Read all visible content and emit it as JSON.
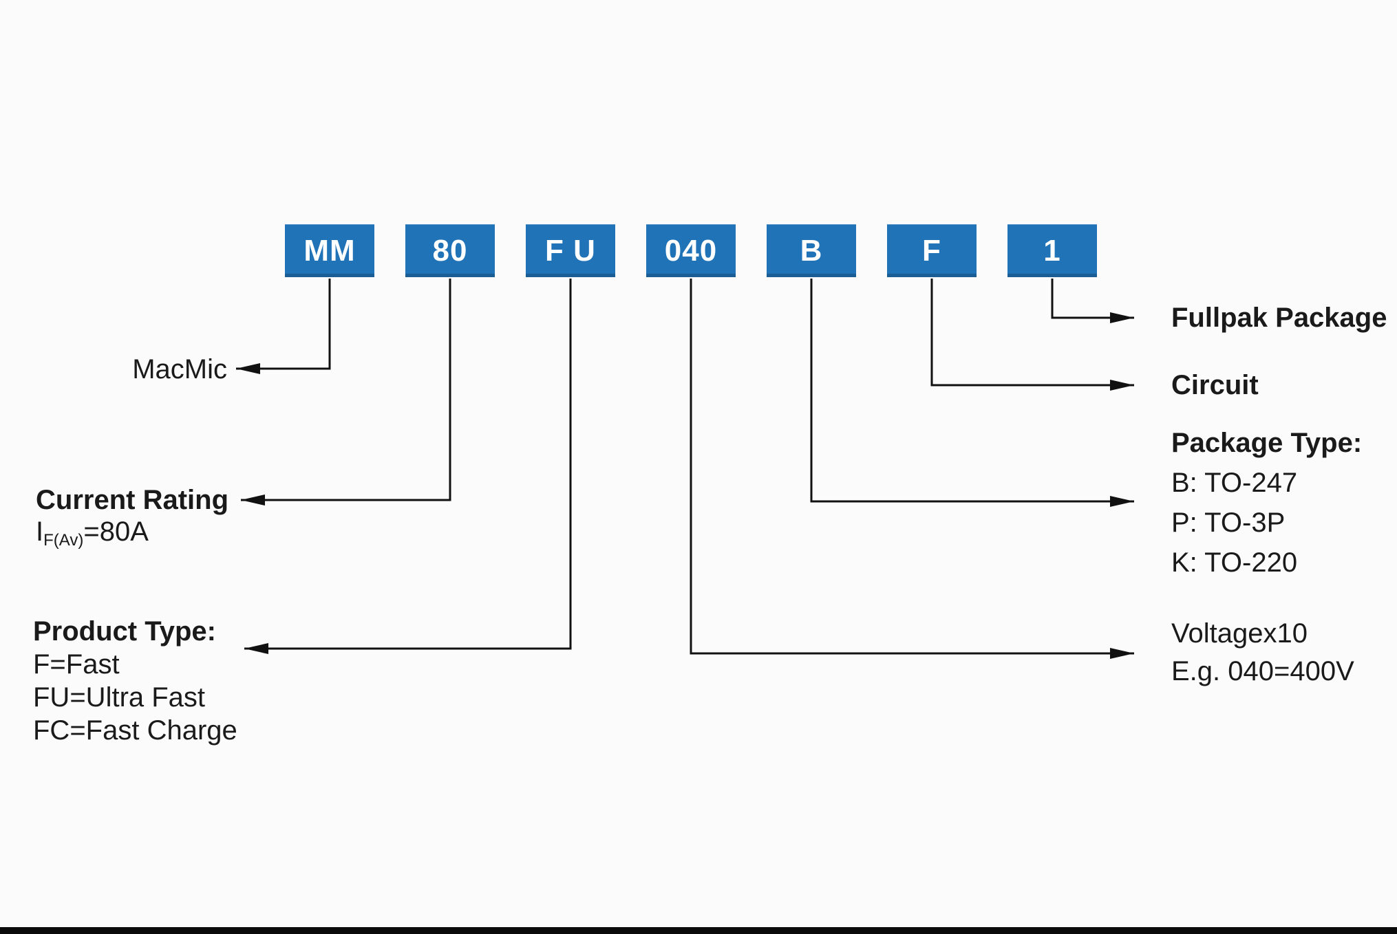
{
  "diagram": {
    "title_meaning": "Part number naming decoder",
    "boxes": [
      {
        "label": "MM"
      },
      {
        "label": "80"
      },
      {
        "label": "F U"
      },
      {
        "label": "040"
      },
      {
        "label": "B"
      },
      {
        "label": "F"
      },
      {
        "label": "1"
      }
    ],
    "left_annotations": {
      "macmic": "MacMic",
      "current_rating": {
        "title": "Current Rating",
        "formula_base": "I",
        "formula_sub": "F(Av)",
        "formula_rest": "=80A"
      },
      "product_type": {
        "title": "Product Type:",
        "items": [
          "F=Fast",
          "FU=Ultra Fast",
          "FC=Fast Charge"
        ]
      }
    },
    "right_annotations": {
      "fullpak": "Fullpak Package",
      "circuit": "Circuit",
      "package_type": {
        "title": "Package Type:",
        "items": [
          "B: TO-247",
          "P: TO-3P",
          "K: TO-220"
        ]
      },
      "voltage": {
        "line1": "Voltagex10",
        "line2": "E.g. 040=400V"
      }
    },
    "colors": {
      "box_fill": "#2173b8",
      "box_text": "#ffffff",
      "line": "#111111"
    }
  }
}
